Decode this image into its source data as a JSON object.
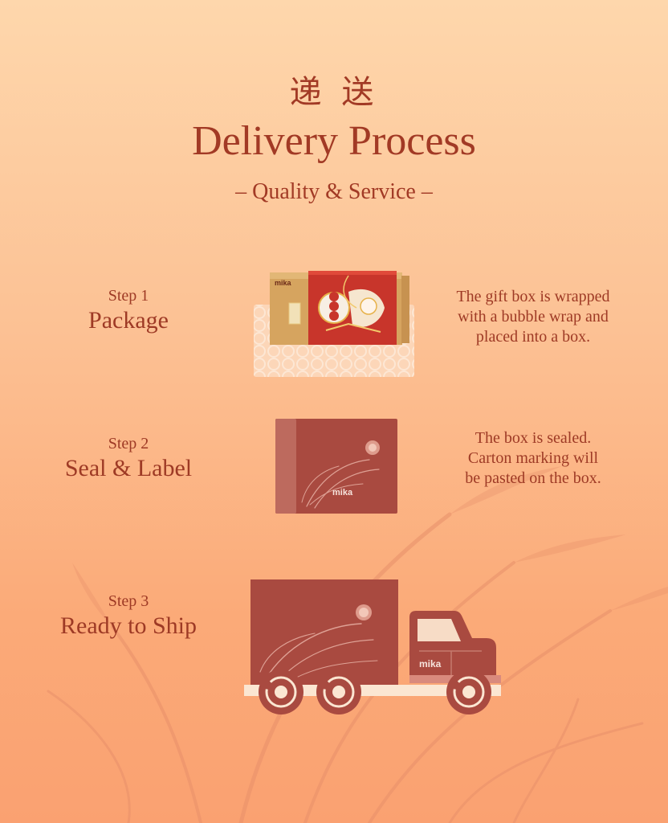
{
  "header": {
    "cn_title": "递 送",
    "title": "Delivery Process",
    "subtitle": "– Quality & Service –"
  },
  "steps": [
    {
      "step": "Step 1",
      "name": "Package",
      "description": [
        "The gift box is wrapped",
        "with a bubble wrap and",
        "placed into a box."
      ]
    },
    {
      "step": "Step 2",
      "name": "Seal & Label",
      "description": [
        "The box is sealed.",
        "Carton marking will",
        "be pasted on the box."
      ]
    },
    {
      "step": "Step 3",
      "name": "Ready to Ship",
      "description": []
    }
  ],
  "brand": {
    "logo": "mika"
  },
  "colors": {
    "bg_top": "#fed7ac",
    "bg_bottom": "#faa171",
    "text": "#9e3a25",
    "box": "#a94a40",
    "gift_red": "#c8352b",
    "kraft": "#d3a05e"
  },
  "icons": {
    "package": "gift-box-on-bubble-wrap",
    "sealed": "sealed-carton-box",
    "truck": "delivery-truck"
  }
}
